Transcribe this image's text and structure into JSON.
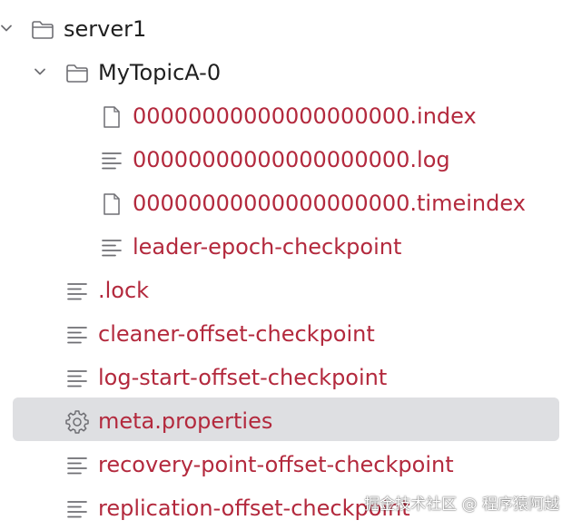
{
  "tree": {
    "root": {
      "name": "server1",
      "expanded": true,
      "icon": "folder-icon"
    },
    "partition": {
      "name": "MyTopicA-0",
      "expanded": true,
      "icon": "folder-icon",
      "files": [
        {
          "name": "00000000000000000000.index",
          "icon": "blank-file-icon"
        },
        {
          "name": "00000000000000000000.log",
          "icon": "text-file-icon"
        },
        {
          "name": "00000000000000000000.timeindex",
          "icon": "blank-file-icon"
        },
        {
          "name": "leader-epoch-checkpoint",
          "icon": "text-file-icon"
        }
      ]
    },
    "root_files": [
      {
        "name": ".lock",
        "icon": "text-file-icon"
      },
      {
        "name": "cleaner-offset-checkpoint",
        "icon": "text-file-icon"
      },
      {
        "name": "log-start-offset-checkpoint",
        "icon": "text-file-icon"
      },
      {
        "name": "meta.properties",
        "icon": "gear-icon",
        "selected": true
      },
      {
        "name": "recovery-point-offset-checkpoint",
        "icon": "text-file-icon"
      },
      {
        "name": "replication-offset-checkpoint",
        "icon": "text-file-icon"
      }
    ]
  },
  "colors": {
    "folder_text": "#1f1f1f",
    "file_text": "#b3293d",
    "icon_stroke": "#6e6e73",
    "selection_bg": "#dedfe2"
  },
  "watermark": "掘金技术社区 @ 程序猿阿越"
}
